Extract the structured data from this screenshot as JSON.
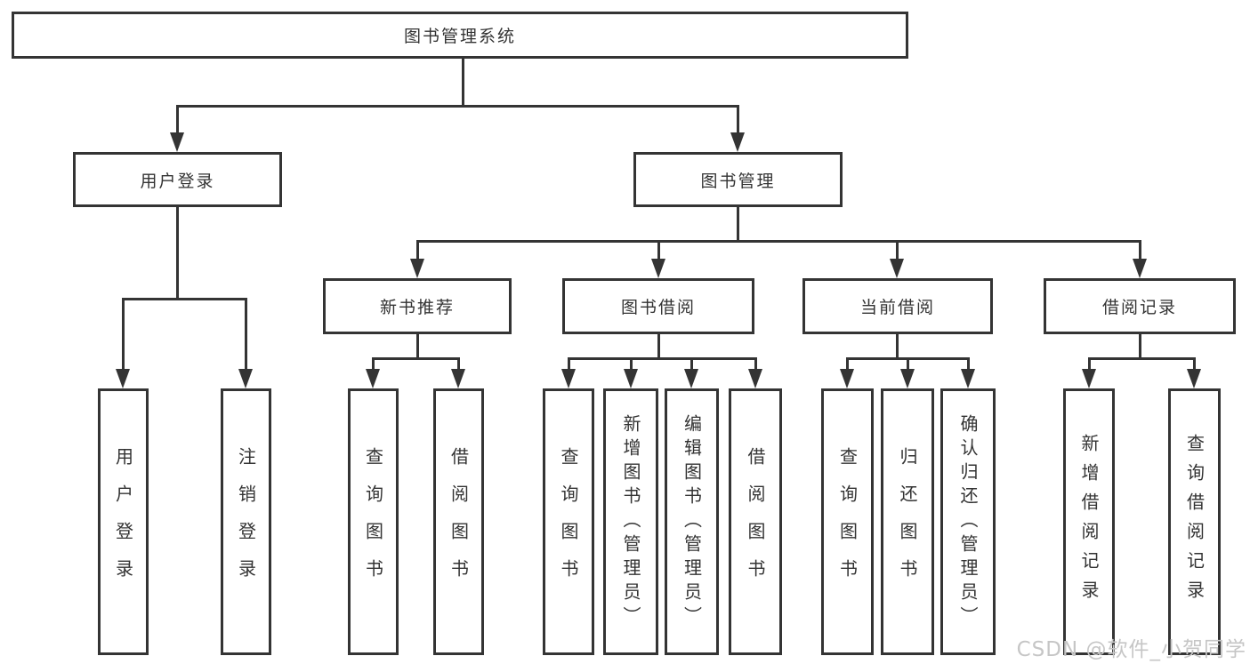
{
  "tree": {
    "label": "图书管理系统",
    "children": [
      {
        "label": "用户登录",
        "children": [
          {
            "label": "用户登录"
          },
          {
            "label": "注销登录"
          }
        ]
      },
      {
        "label": "图书管理",
        "children": [
          {
            "label": "新书推荐",
            "children": [
              {
                "label": "查询图书"
              },
              {
                "label": "借阅图书"
              }
            ]
          },
          {
            "label": "图书借阅",
            "children": [
              {
                "label": "查询图书"
              },
              {
                "label": "新增图书（管理员）"
              },
              {
                "label": "编辑图书（管理员）"
              },
              {
                "label": "借阅图书"
              }
            ]
          },
          {
            "label": "当前借阅",
            "children": [
              {
                "label": "查询图书"
              },
              {
                "label": "归还图书"
              },
              {
                "label": "确认归还（管理员）"
              }
            ]
          },
          {
            "label": "借阅记录",
            "children": [
              {
                "label": "新增借阅记录"
              },
              {
                "label": "查询借阅记录"
              }
            ]
          }
        ]
      }
    ]
  },
  "watermark": {
    "text": "CSDN @软件_小贺同学"
  },
  "colors": {
    "line": "#343434",
    "box_border": "#343434",
    "text": "#333333",
    "watermark": "#c6c6c6",
    "background": "#ffffff"
  }
}
